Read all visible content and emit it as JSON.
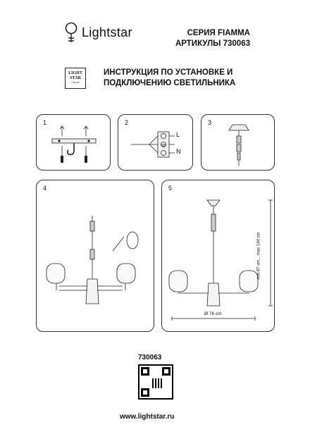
{
  "header": {
    "brand": "Lightstar",
    "series": "СЕРИЯ FIAMMA",
    "articles": "АРТИКУЛЫ 730063"
  },
  "logo_badge": {
    "line1": "LIGHT",
    "line2": "STAR",
    "line3": "GROUP"
  },
  "instruction": {
    "line1": "ИНСТРУКЦИЯ ПО УСТАНОВКЕ И",
    "line2": "ПОДКЛЮЧЕНИЮ СВЕТИЛЬНИКА"
  },
  "panels": [
    {
      "number": "1"
    },
    {
      "number": "2",
      "labels": [
        "L",
        "N"
      ]
    },
    {
      "number": "3"
    },
    {
      "number": "4"
    },
    {
      "number": "5",
      "width_label": "Ø 76 cm",
      "height_label": "min 67 cm... max 144 cm"
    }
  ],
  "footer": {
    "article": "730063",
    "website": "www.lightstar.ru"
  },
  "icons": [
    "bulb-icon",
    "qr-code-icon",
    "ground-icon"
  ]
}
